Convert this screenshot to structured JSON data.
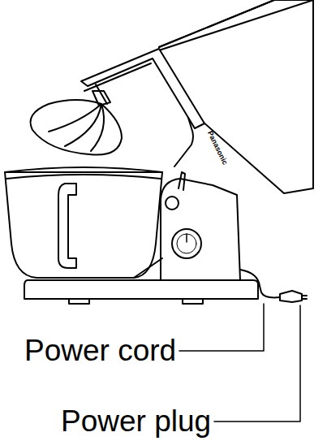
{
  "diagram": {
    "labels": [
      "Panasonic",
      "Power cord",
      "Power plug"
    ]
  }
}
